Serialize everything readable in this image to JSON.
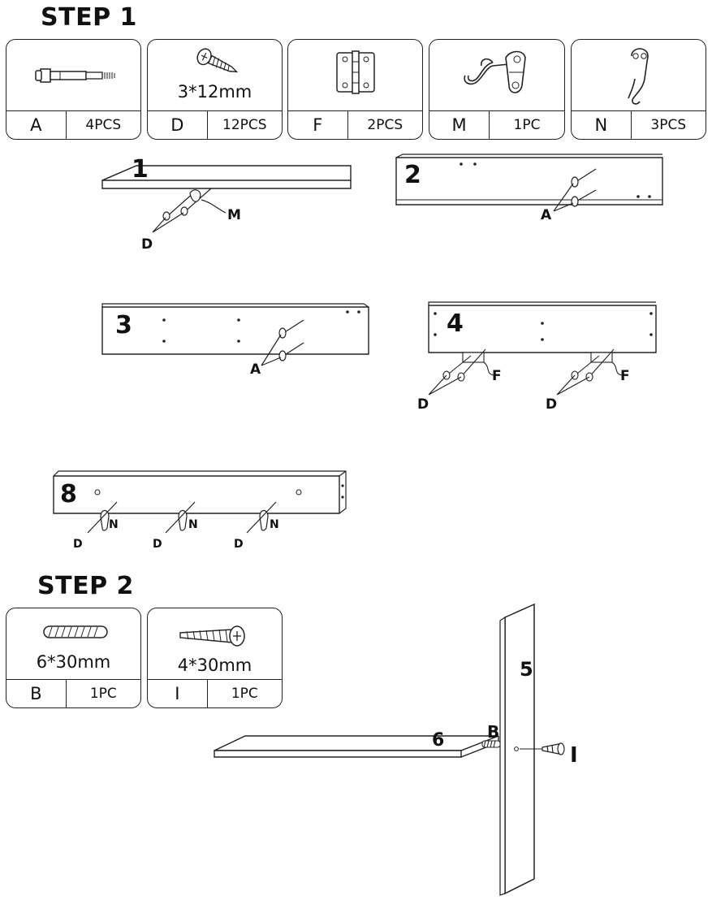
{
  "step1": {
    "title": "STEP 1",
    "parts": [
      {
        "letter": "A",
        "qty": "4PCS",
        "size": "",
        "icon": "cam-bolt-icon"
      },
      {
        "letter": "D",
        "qty": "12PCS",
        "size": "3*12mm",
        "icon": "screw-icon"
      },
      {
        "letter": "F",
        "qty": "2PCS",
        "size": "",
        "icon": "hinge-icon"
      },
      {
        "letter": "M",
        "qty": "1PC",
        "size": "",
        "icon": "latch-hook-icon"
      },
      {
        "letter": "N",
        "qty": "3PCS",
        "size": "",
        "icon": "coat-hook-icon"
      }
    ],
    "panels": [
      {
        "number": "1",
        "callouts": [
          "D",
          "M"
        ]
      },
      {
        "number": "2",
        "callouts": [
          "A"
        ]
      },
      {
        "number": "3",
        "callouts": [
          "A"
        ]
      },
      {
        "number": "4",
        "callouts": [
          "F",
          "D",
          "F",
          "D"
        ]
      },
      {
        "number": "8",
        "callouts": [
          "N",
          "D",
          "N",
          "D",
          "N",
          "D"
        ]
      }
    ]
  },
  "step2": {
    "title": "STEP 2",
    "parts": [
      {
        "letter": "B",
        "qty": "1PC",
        "size": "6*30mm",
        "icon": "dowel-icon"
      },
      {
        "letter": "I",
        "qty": "1PC",
        "size": "4*30mm",
        "icon": "wood-screw-icon"
      }
    ],
    "panels": [
      {
        "number": "5"
      },
      {
        "number": "6"
      }
    ],
    "callouts": [
      "B",
      "I"
    ]
  }
}
